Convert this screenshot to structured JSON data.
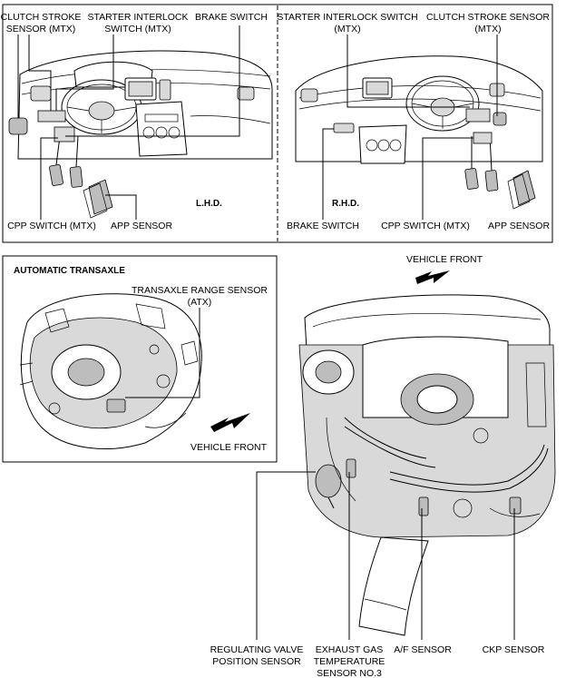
{
  "top_left": {
    "clutch_stroke_sensor": [
      "CLUTCH STROKE",
      "SENSOR (MTX)"
    ],
    "starter_interlock_switch": [
      "STARTER INTERLOCK",
      "SWITCH (MTX)"
    ],
    "brake_switch": "BRAKE SWITCH",
    "cpp_switch": "CPP SWITCH (MTX)",
    "app_sensor": "APP SENSOR",
    "drive_side": "L.H.D."
  },
  "top_right": {
    "starter_interlock_switch": [
      "STARTER INTERLOCK SWITCH",
      "(MTX)"
    ],
    "clutch_stroke_sensor": [
      "CLUTCH STROKE SENSOR",
      "(MTX)"
    ],
    "brake_switch": "BRAKE SWITCH",
    "cpp_switch": "CPP SWITCH (MTX)",
    "app_sensor": "APP SENSOR",
    "drive_side": "R.H.D."
  },
  "transaxle": {
    "title": "AUTOMATIC TRANSAXLE",
    "range_sensor": [
      "TRANSAXLE RANGE SENSOR",
      "(ATX)"
    ],
    "vehicle_front": "VEHICLE FRONT"
  },
  "engine": {
    "vehicle_front": "VEHICLE FRONT",
    "regulating_valve": [
      "REGULATING VALVE",
      "POSITION SENSOR"
    ],
    "exhaust_gas_temp": [
      "EXHAUST GAS",
      "TEMPERATURE",
      "SENSOR NO.3"
    ],
    "af_sensor": "A/F SENSOR",
    "ckp_sensor": "CKP SENSOR"
  }
}
